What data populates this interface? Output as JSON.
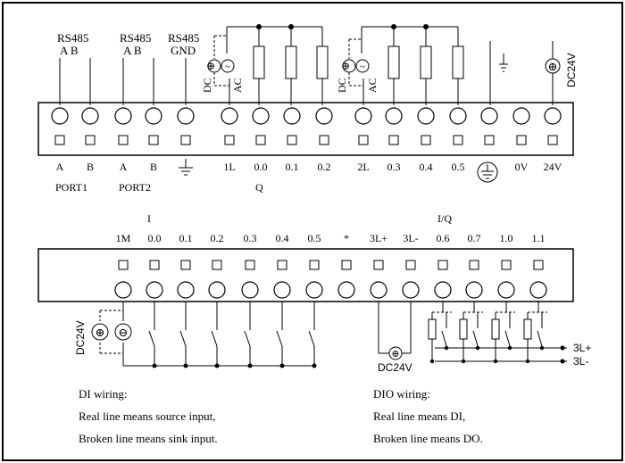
{
  "top_header": {
    "groups": [
      {
        "title": "RS485",
        "pins": "A   B"
      },
      {
        "title": "RS485",
        "pins": "A   B"
      },
      {
        "title": "RS485",
        "pins": "GND"
      }
    ],
    "dc_labels": [
      "DC",
      "DC"
    ],
    "ac_labels": [
      "AC",
      "AC"
    ],
    "dc24v": "DC24V"
  },
  "top_terminals": [
    "A",
    "B",
    "A",
    "B",
    "",
    "1L",
    "0.0",
    "0.1",
    "0.2",
    "2L",
    "0.3",
    "0.4",
    "0.5",
    "",
    "0V",
    "24V"
  ],
  "top_sub": {
    "port1": "PORT1",
    "port2": "PORT2",
    "q": "Q"
  },
  "bottom_header": {
    "i": "I",
    "io": "I/Q"
  },
  "bottom_terminals": [
    "1M",
    "0.0",
    "0.1",
    "0.2",
    "0.3",
    "0.4",
    "0.5",
    "*",
    "3L+",
    "3L-",
    "0.6",
    "0.7",
    "1.0",
    "1.1"
  ],
  "bottom_sub": {
    "dc24v_left": "DC24V",
    "dc24v_mid": "DC24V",
    "l_plus": "3L+",
    "l_minus": "3L-"
  },
  "notes": {
    "di_title": "DI wiring:",
    "di_line1": "Real line means source input,",
    "di_line2": "Broken line means sink input.",
    "dio_title": "DIO wiring:",
    "dio_line1": "Real line means DI,",
    "dio_line2": "Broken line means DO."
  }
}
